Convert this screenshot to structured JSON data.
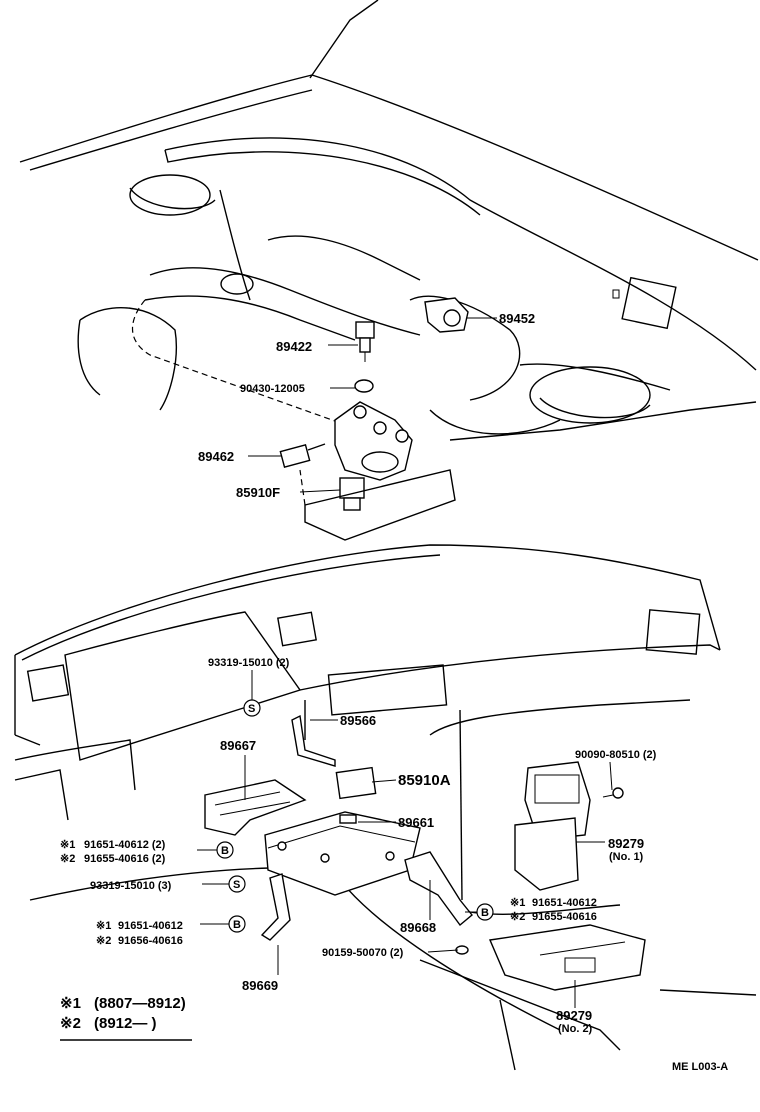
{
  "part_labels": {
    "p89422": "89422",
    "p89452": "89452",
    "p90430": "90430-12005",
    "p89462": "89462",
    "p85910F": "85910F",
    "p93319a": "93319-15010 (2)",
    "p89566": "89566",
    "p89667": "89667",
    "p85910A": "85910A",
    "p90090": "90090-80510 (2)",
    "p89661": "89661",
    "p89279a": "89279",
    "p89279a_note": "(No. 1)",
    "p91651a": "91651-40612 (2)",
    "p91655a": "91655-40616 (2)",
    "p93319b": "93319-15010 (3)",
    "p91651b": "91651-40612",
    "p91655b": "91655-40616",
    "p91651c": "91651-40612",
    "p91656c": "91656-40616",
    "p89668": "89668",
    "p90159": "90159-50070 (2)",
    "p89669": "89669",
    "p89279b": "89279",
    "p89279b_note": "(No. 2)"
  },
  "markers": {
    "note1": "※1",
    "note2": "※2",
    "s": "S",
    "b": "B"
  },
  "legend": {
    "row1_mark": "※1",
    "row1_text": "(8807—8912)",
    "row2_mark": "※2",
    "row2_text": "(8912—          )"
  },
  "figure_code": "ME   L003-A"
}
